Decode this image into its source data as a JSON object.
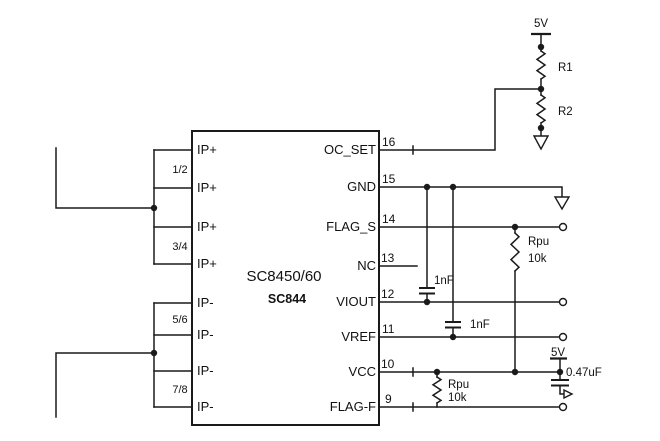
{
  "schematic": {
    "ic": {
      "title": "SC8450/60",
      "subtitle": "SC844",
      "left_pins": [
        "IP+",
        "IP+",
        "IP+",
        "IP+",
        "IP-",
        "IP-",
        "IP-",
        "IP-"
      ],
      "pair_labels": [
        "1/2",
        "3/4",
        "5/6",
        "7/8"
      ],
      "right_pins": [
        {
          "num": "16",
          "name": "OC_SET"
        },
        {
          "num": "15",
          "name": "GND"
        },
        {
          "num": "14",
          "name": "FLAG_S"
        },
        {
          "num": "13",
          "name": "NC"
        },
        {
          "num": "12",
          "name": "VIOUT"
        },
        {
          "num": "11",
          "name": "VREF"
        },
        {
          "num": "10",
          "name": "VCC"
        },
        {
          "num": "9",
          "name": "FLAG-F"
        }
      ]
    },
    "components": {
      "supply_top": "5V",
      "supply_vcc": "5V",
      "r1": "R1",
      "r2": "R2",
      "rpu_flag_s": {
        "name": "Rpu",
        "value": "10k"
      },
      "rpu_flag_f": {
        "name": "Rpu",
        "value": "10k"
      },
      "cap_viout": "1nF",
      "cap_vref": "1nF",
      "cap_vcc": "0.47uF"
    },
    "colors": {
      "line": "#1a1a1a",
      "background": "#ffffff"
    }
  }
}
